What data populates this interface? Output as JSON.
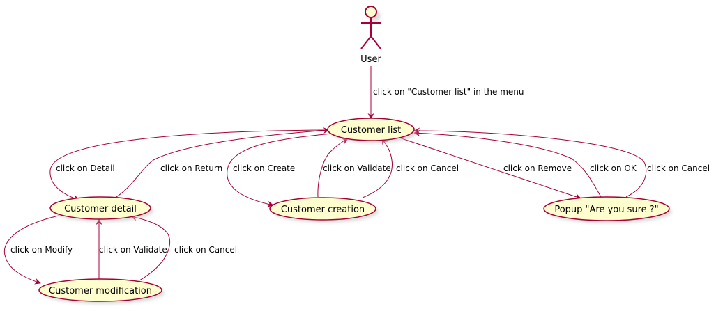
{
  "colors": {
    "stroke": "#A80036",
    "fill": "#FEFECE",
    "text": "#000000",
    "background": "#ffffff"
  },
  "actor": {
    "label": "User"
  },
  "usecases": {
    "customer_list": "Customer list",
    "customer_detail": "Customer detail",
    "customer_creation": "Customer creation",
    "popup": "Popup \"Are you sure ?\"",
    "customer_modification": "Customer modification"
  },
  "edges": {
    "user_to_list": "click on \"Customer list\" in the menu",
    "list_to_detail": "click on Detail",
    "detail_return": "click on Return",
    "list_to_creation": "click on Create",
    "creation_validate": "click on Validate",
    "creation_cancel": "click on Cancel",
    "list_to_popup": "click on Remove",
    "popup_ok": "click on OK",
    "popup_cancel": "click on Cancel",
    "detail_to_modification": "click on Modify",
    "modification_validate": "click on Validate",
    "modification_cancel": "click on Cancel"
  }
}
